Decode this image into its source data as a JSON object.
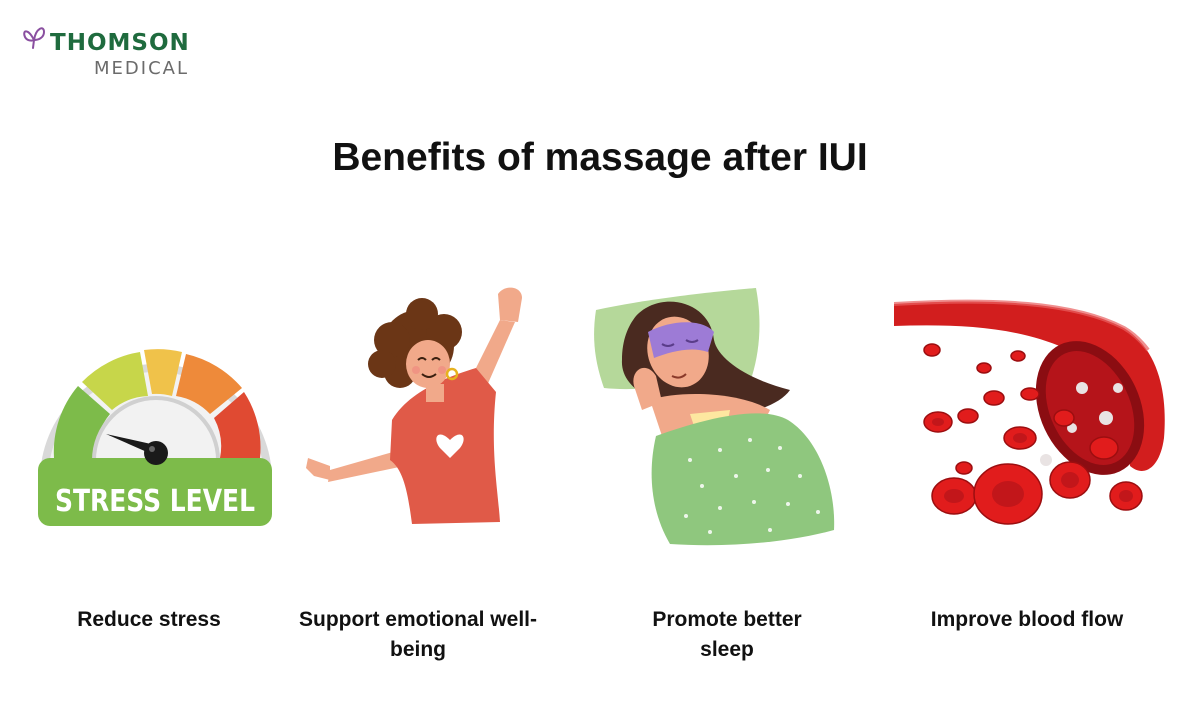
{
  "brand": {
    "name_line1": "THOMSON",
    "name_line2": "MEDICAL"
  },
  "title": "Benefits of massage after IUI",
  "benefits": [
    {
      "label": "Reduce stress",
      "icon": "stress-gauge",
      "gauge_text": "STRESS LEVEL"
    },
    {
      "label": "Support emotional well-being",
      "icon": "happy-woman-stretching"
    },
    {
      "label": "Promote better sleep",
      "icon": "sleeping-woman-eye-mask"
    },
    {
      "label": "Improve blood flow",
      "icon": "blood-vessel-cells"
    }
  ],
  "colors": {
    "brand_green": "#1f6b3e",
    "brand_gray": "#6b6b6b",
    "gauge_green": "#7dbb4a",
    "gauge_red": "#e04a32",
    "shirt_red": "#e05a48",
    "blanket_green": "#8fc77e",
    "blood_red": "#d21e1e"
  }
}
